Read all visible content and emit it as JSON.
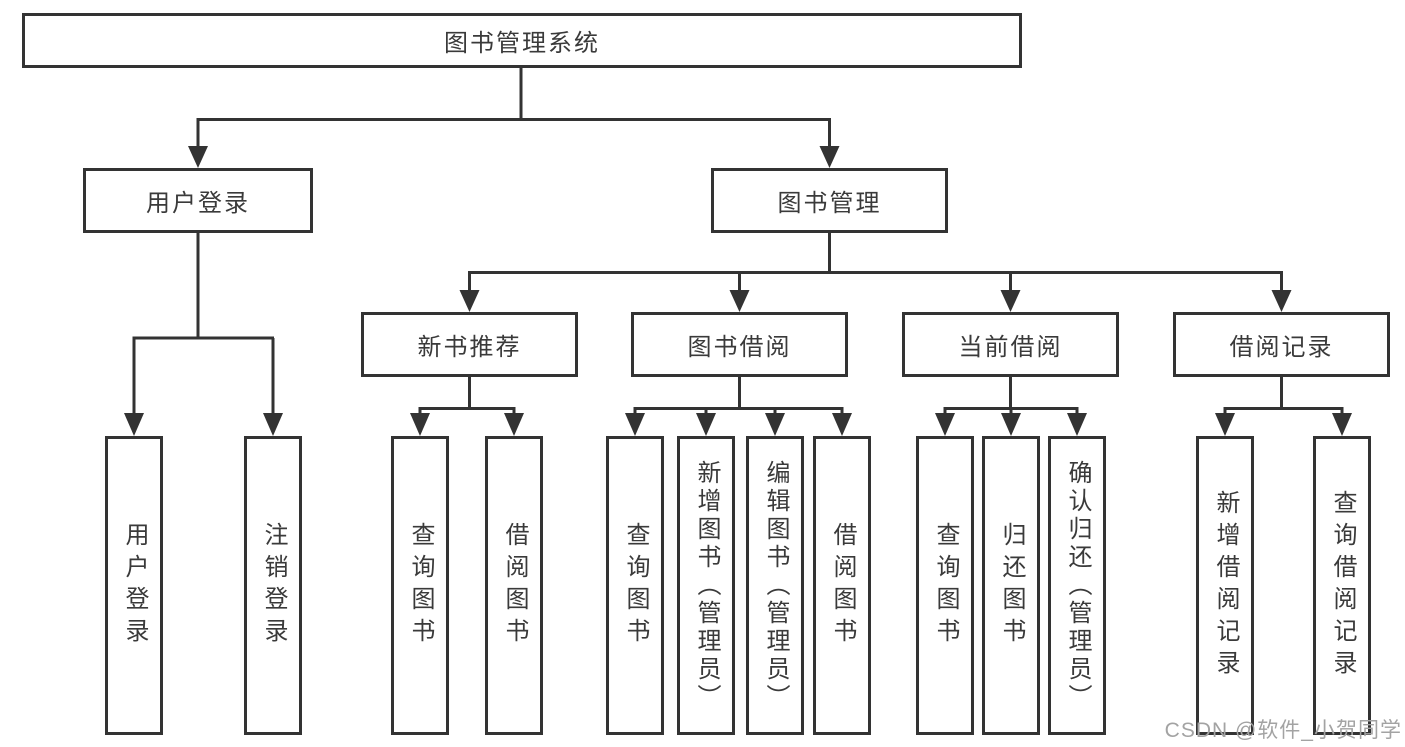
{
  "tree": {
    "root": {
      "label": "图书管理系统"
    },
    "branches": [
      {
        "label": "用户登录",
        "children": [
          {
            "label": "用户登录"
          },
          {
            "label": "注销登录"
          }
        ]
      },
      {
        "label": "图书管理",
        "children": [
          {
            "label": "新书推荐",
            "children": [
              {
                "label": "查询图书"
              },
              {
                "label": "借阅图书"
              }
            ]
          },
          {
            "label": "图书借阅",
            "children": [
              {
                "label": "查询图书"
              },
              {
                "label": "新增图书（管理员）"
              },
              {
                "label": "编辑图书（管理员）"
              },
              {
                "label": "借阅图书"
              }
            ]
          },
          {
            "label": "当前借阅",
            "children": [
              {
                "label": "查询图书"
              },
              {
                "label": "归还图书"
              },
              {
                "label": "确认归还（管理员）"
              }
            ]
          },
          {
            "label": "借阅记录",
            "children": [
              {
                "label": "新增借阅记录"
              },
              {
                "label": "查询借阅记录"
              }
            ]
          }
        ]
      }
    ]
  },
  "watermark": {
    "text": "CSDN @软件_小贺同学"
  },
  "colors": {
    "line": "#333333",
    "text": "#3a3a3a",
    "watermark": "#a3a3a3",
    "background": "#ffffff"
  }
}
